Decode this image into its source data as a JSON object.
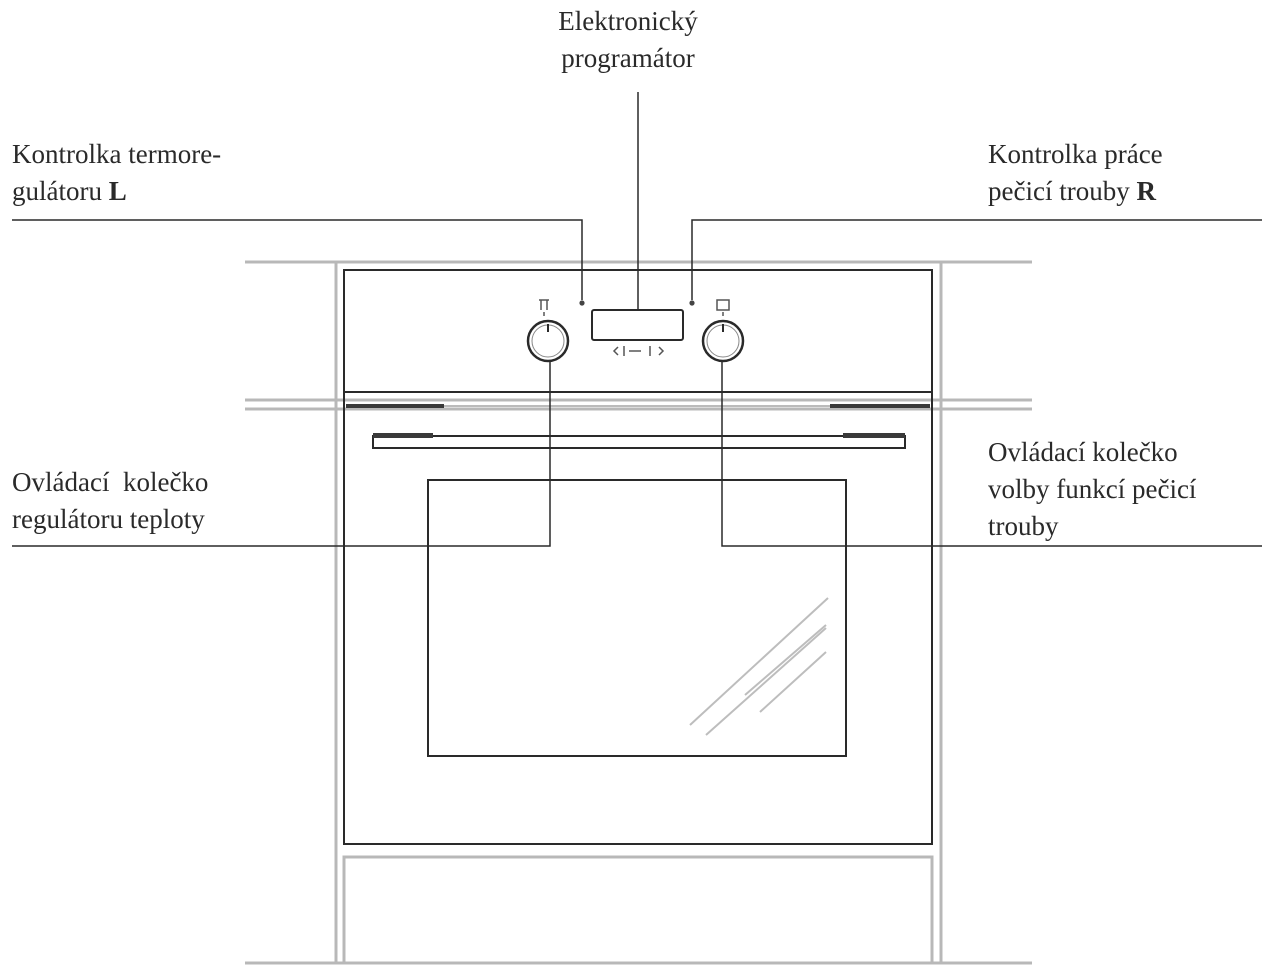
{
  "labels": {
    "programmer": {
      "line1": "Elektronický",
      "line2": "programátor"
    },
    "thermostat_lamp": {
      "line1": "Kontrolka termore-",
      "line2_text": "gulátoru ",
      "line2_bold": "L"
    },
    "oven_lamp": {
      "line1": "Kontrolka práce",
      "line2_text": "pečicí trouby ",
      "line2_bold": "R"
    },
    "temperature_knob": {
      "line1": "Ovládací  kolečko",
      "line2": "regulátoru teploty"
    },
    "function_knob": {
      "line1": "Ovládací kolečko",
      "line2": "volby funkcí pečicí",
      "line3": "trouby"
    }
  },
  "colors": {
    "stroke": "#2a2a2a",
    "cabinet": "#b5b5b5",
    "trim": "#3a3a3a",
    "glass_reflection": "#bdbdbd"
  }
}
